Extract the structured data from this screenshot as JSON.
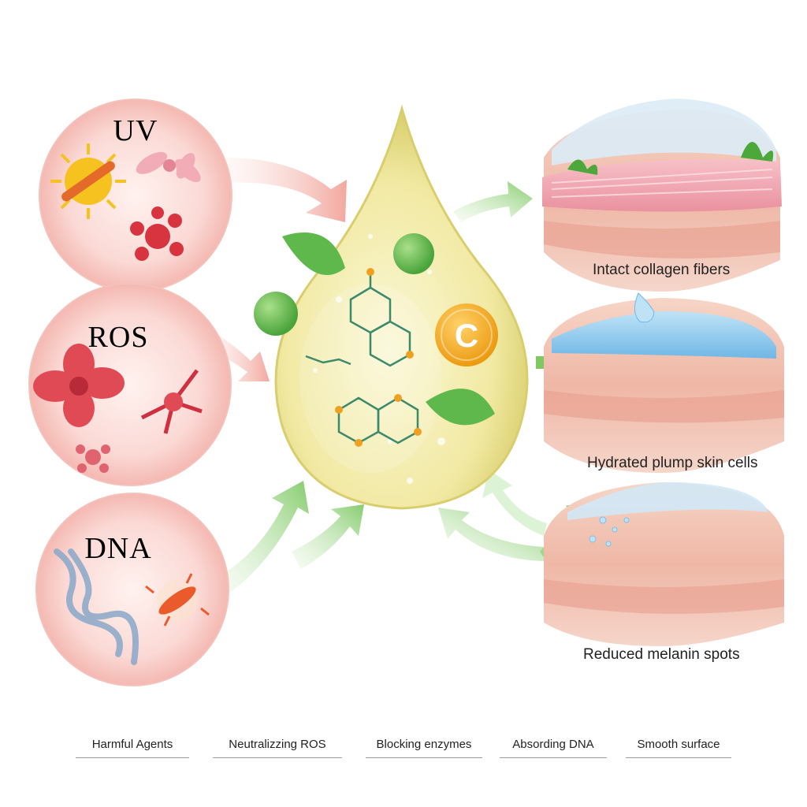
{
  "agents": [
    {
      "id": "uv",
      "title": "UV"
    },
    {
      "id": "ros",
      "title": "ROS"
    },
    {
      "id": "dna",
      "title": "DNA"
    }
  ],
  "center": {
    "badge": "C"
  },
  "outcomes": [
    {
      "id": "collagen",
      "label": "Intact collagen fibers"
    },
    {
      "id": "hydrated",
      "label": "Hydrated plump skin cells"
    },
    {
      "id": "melanin",
      "label": "Reduced melanin spots"
    }
  ],
  "footer": [
    {
      "label": "Harmful Agents"
    },
    {
      "label": "Neutralizzing ROS"
    },
    {
      "label": "Blocking enzymes"
    },
    {
      "label": "Absording DNA"
    },
    {
      "label": "Smooth surface"
    }
  ],
  "colors": {
    "agent_title": "#c0302e",
    "agent_bg": "#fbd9d5",
    "drop_fill": "#f3eba6",
    "vitamin_c_badge": "#f2a81d",
    "green_arrow": "#8fd07a",
    "red_arrow": "#f3b5ad",
    "leaf": "#5fb84b"
  }
}
